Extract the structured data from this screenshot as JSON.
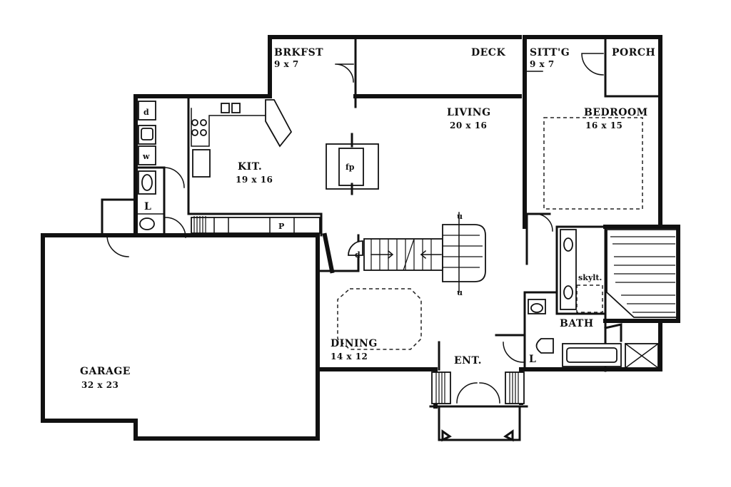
{
  "plan": {
    "rooms": {
      "brkfst": {
        "name": "BRKFST",
        "dims": "9 x 7"
      },
      "deck": {
        "name": "DECK"
      },
      "sitting": {
        "name": "SITT'G",
        "dims": "9 x 7"
      },
      "porch": {
        "name": "PORCH"
      },
      "living": {
        "name": "LIVING",
        "dims": "20 x 16"
      },
      "bedroom": {
        "name": "BEDROOM",
        "dims": "16 x 15"
      },
      "kitchen": {
        "name": "KIT.",
        "dims": "19 x 16"
      },
      "dining": {
        "name": "DINING",
        "dims": "14 x 12"
      },
      "garage": {
        "name": "GARAGE",
        "dims": "32 x 23"
      },
      "bath": {
        "name": "BATH"
      },
      "entry": {
        "name": "ENT."
      }
    },
    "fixtures": {
      "dryer": "d",
      "washer": "w",
      "laundry": "L",
      "pantry": "P",
      "fireplace": "fp",
      "stair_down": "d",
      "stair_up_top": "u",
      "stair_up_bottom": "u",
      "skylight": "skylt.",
      "lav": "L"
    }
  }
}
